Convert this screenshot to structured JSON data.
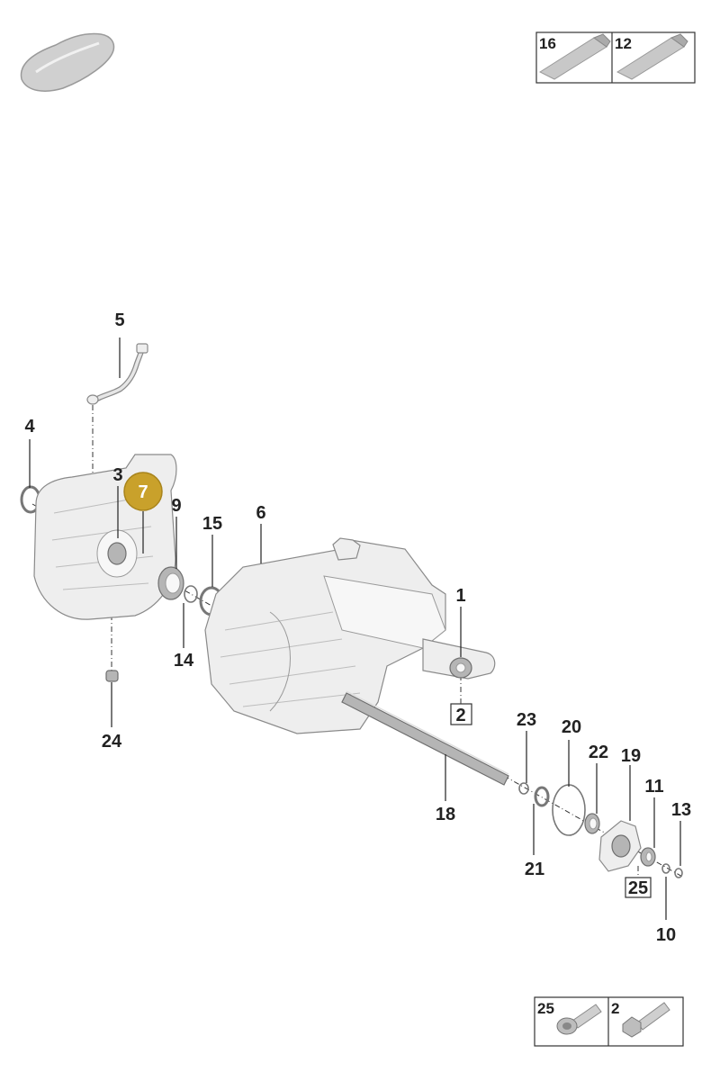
{
  "legend_top": {
    "items": [
      {
        "number": "16",
        "icon": "sealant-tube-icon"
      },
      {
        "number": "12",
        "icon": "sealant-tube-icon"
      }
    ]
  },
  "legend_bottom": {
    "items": [
      {
        "number": "25",
        "icon": "flange-bolt-icon"
      },
      {
        "number": "2",
        "icon": "hex-bolt-icon"
      }
    ]
  },
  "callouts": {
    "c1": "1",
    "c2": "2",
    "c3": "3",
    "c4": "4",
    "c5": "5",
    "c6": "6",
    "c7": "7",
    "c9": "9",
    "c10": "10",
    "c11": "11",
    "c13": "13",
    "c14": "14",
    "c15": "15",
    "c18": "18",
    "c19": "19",
    "c20": "20",
    "c21": "21",
    "c22": "22",
    "c23": "23",
    "c24": "24",
    "c25": "25"
  },
  "highlight": {
    "number": "7",
    "color": "#c9a12b"
  },
  "colors": {
    "part_fill": "#eeeeee",
    "part_stroke": "#8a8a8a",
    "line": "#222222"
  }
}
